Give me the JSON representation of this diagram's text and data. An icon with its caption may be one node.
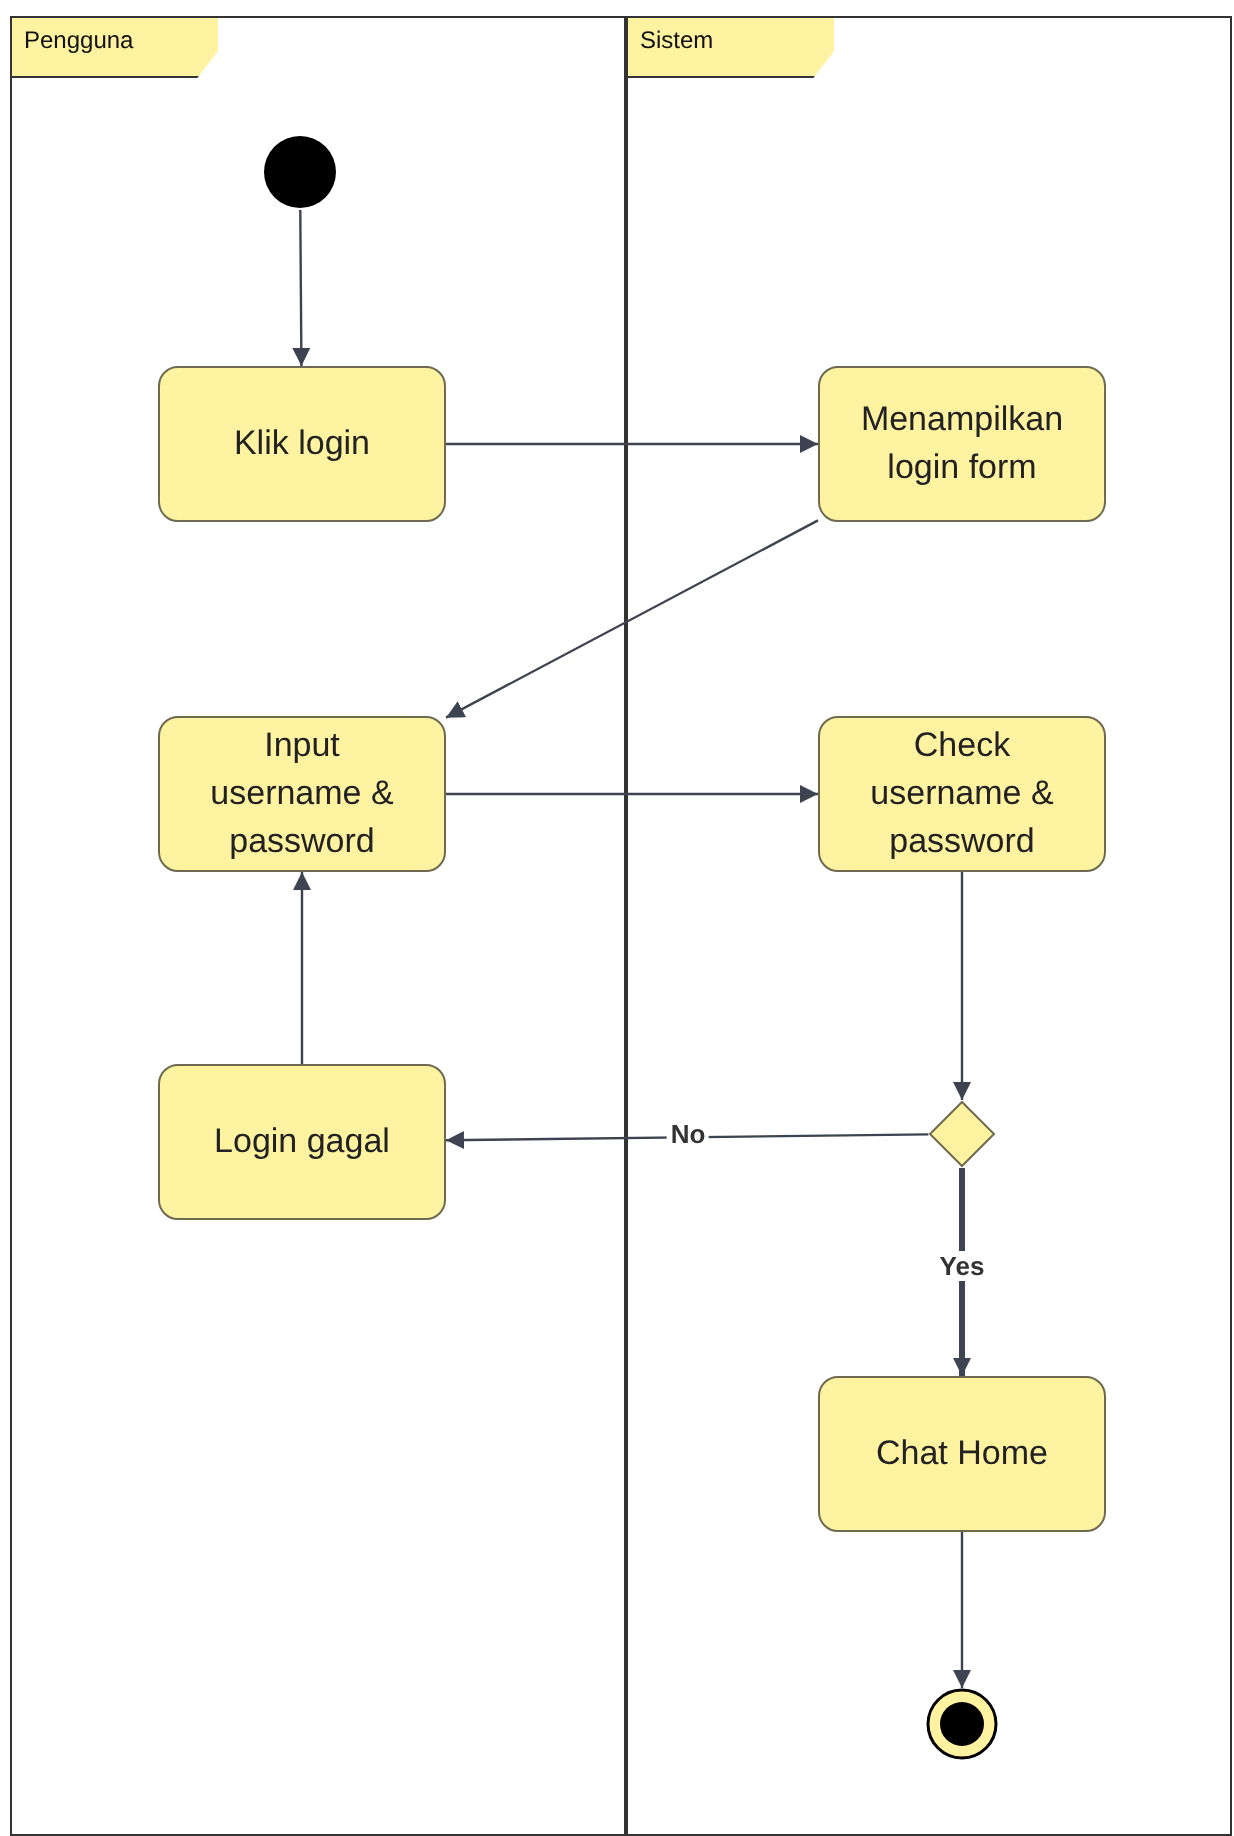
{
  "diagram": {
    "nodes": [
      {
        "text": [
          "Pengguna"
        ]
      },
      {
        "text": [
          "Sistem"
        ]
      },
      {
        "text": [],
        "shape": "circle",
        "in": 0
      },
      {
        "text": [
          "Klik login"
        ],
        "in": 0
      },
      {
        "text": [
          "Menampilkan login form"
        ],
        "in": 1
      },
      {
        "text": [
          "Input username & password"
        ],
        "in": 0
      },
      {
        "text": [
          "Check username & password"
        ],
        "in": 1
      },
      {
        "text": [],
        "shape": "diamond",
        "in": 1
      },
      {
        "text": [
          "Login gagal"
        ],
        "in": 0
      },
      {
        "text": [
          "Chat Home"
        ],
        "in": 1
      },
      {
        "text": [],
        "shape": "bullseye",
        "in": 1
      }
    ],
    "edges": [
      {
        "from": 2,
        "to": 3,
        "arrow": "to"
      },
      {
        "from": 3,
        "to": 4,
        "arrow": "to"
      },
      {
        "from": 4,
        "to": 5,
        "arrow": "to"
      },
      {
        "from": 5,
        "to": 6,
        "arrow": "to"
      },
      {
        "from": 6,
        "to": 7,
        "arrow": "to"
      },
      {
        "from": 7,
        "to": 8,
        "arrow": "to",
        "label": "No"
      },
      {
        "from": 7,
        "to": 9,
        "arrow": "to",
        "label": "Yes",
        "style": "thick"
      },
      {
        "from": 8,
        "to": 5,
        "arrow": "to"
      },
      {
        "from": 9,
        "to": 10,
        "arrow": "to"
      }
    ]
  }
}
